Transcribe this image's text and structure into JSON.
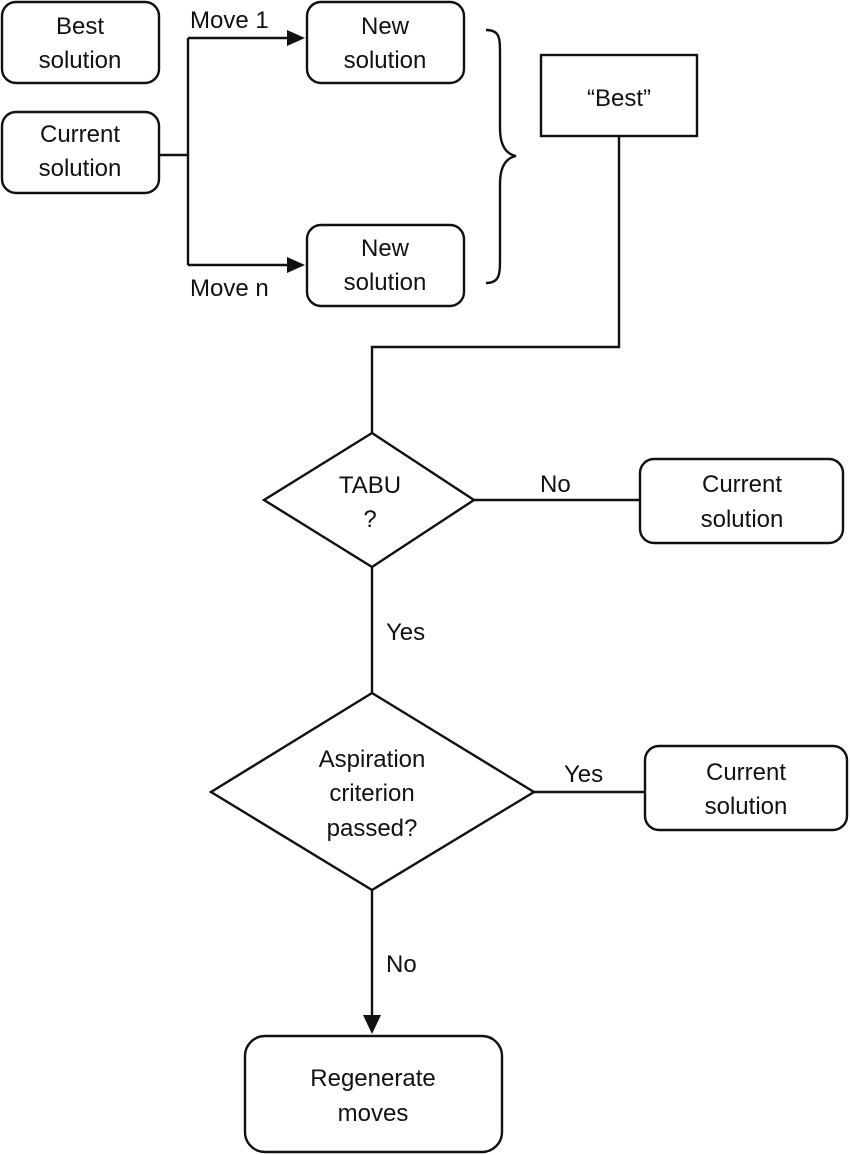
{
  "nodes": {
    "best_solution": {
      "lines": [
        "Best",
        "solution"
      ]
    },
    "current_solution_start": {
      "lines": [
        "Current",
        "solution"
      ]
    },
    "new_solution_1": {
      "lines": [
        "New",
        "solution"
      ]
    },
    "new_solution_n": {
      "lines": [
        "New",
        "solution"
      ]
    },
    "best_candidate": {
      "lines": [
        "“Best”"
      ]
    },
    "tabu_decision": {
      "lines": [
        "TABU",
        "?"
      ]
    },
    "current_solution_no_tabu": {
      "lines": [
        "Current",
        "solution"
      ]
    },
    "aspiration_decision": {
      "lines": [
        "Aspiration",
        "criterion",
        "passed?"
      ]
    },
    "current_solution_aspiration": {
      "lines": [
        "Current",
        "solution"
      ]
    },
    "regenerate_moves": {
      "lines": [
        "Regenerate",
        "moves"
      ]
    }
  },
  "edges": {
    "move_1": "Move 1",
    "move_n": "Move n",
    "tabu_no": "No",
    "tabu_yes": "Yes",
    "aspiration_yes": "Yes",
    "aspiration_no": "No"
  }
}
